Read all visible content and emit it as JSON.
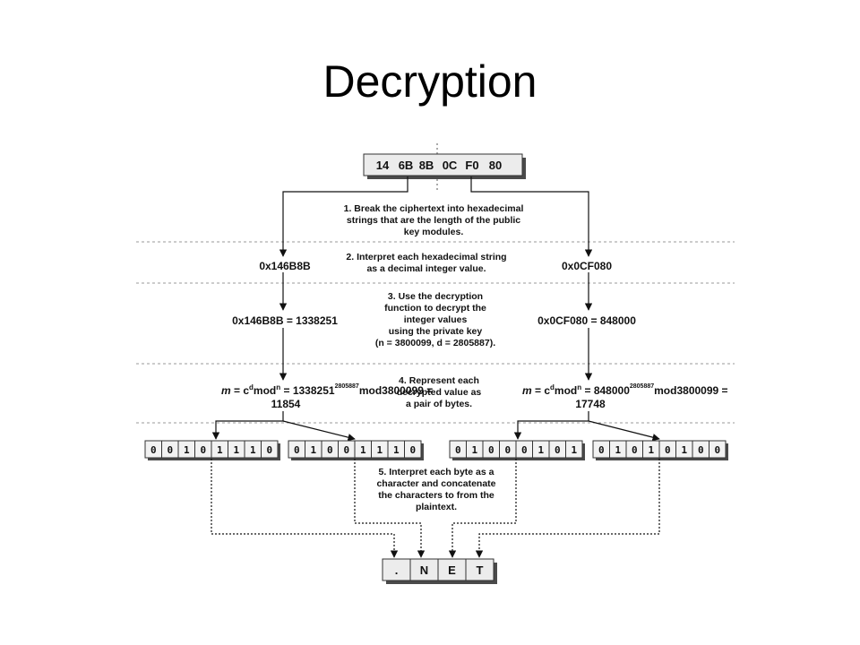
{
  "title": "Decryption",
  "ciphertext": {
    "bytes": [
      "14",
      "6B",
      "8B",
      "0C",
      "F0",
      "80"
    ]
  },
  "steps": [
    {
      "num": "1.",
      "lines": [
        "Break the ciphertext into hexadecimal",
        "strings that are the length of the public",
        "key modules."
      ]
    },
    {
      "num": "2.",
      "lines": [
        "Interpret each hexadecimal string",
        "as a decimal integer value."
      ]
    },
    {
      "num": "3.",
      "lines": [
        "Use the decryption",
        "function to decrypt the",
        "integer values",
        "using the private key",
        "(n = 3800099, d = 2805887)."
      ]
    },
    {
      "num": "4.",
      "lines": [
        "Represent each",
        "decrypted value as",
        "a pair of bytes."
      ]
    },
    {
      "num": "5.",
      "lines": [
        "Interpret each byte as a",
        "character and concatenate",
        "the characters to from the",
        "plaintext."
      ]
    }
  ],
  "left": {
    "hex": "0x146B8B",
    "decimal": "0x146B8B = 1338251",
    "formula": {
      "m": "m",
      "eq_c": " = c",
      "sup_d": "d",
      "mod_n": "mod",
      "sup_n": "n",
      "eq_base": " = 1338251",
      "exponent": "2805887",
      "rest": "mod3800099 ="
    },
    "result": "11854",
    "byte1": [
      "0",
      "0",
      "1",
      "0",
      "1",
      "1",
      "1",
      "0"
    ],
    "byte2": [
      "0",
      "1",
      "0",
      "0",
      "1",
      "1",
      "1",
      "0"
    ]
  },
  "right": {
    "hex": "0x0CF080",
    "decimal": "0x0CF080 = 848000",
    "formula": {
      "m": "m",
      "eq_c": " = c",
      "sup_d": "d",
      "mod_n": "mod",
      "sup_n": "n",
      "eq_base": " = 848000",
      "exponent": "2805887",
      "rest": "mod3800099 ="
    },
    "result": "17748",
    "byte1": [
      "0",
      "1",
      "0",
      "0",
      "0",
      "1",
      "0",
      "1"
    ],
    "byte2": [
      "0",
      "1",
      "0",
      "1",
      "0",
      "1",
      "0",
      "0"
    ]
  },
  "plaintext": [
    ".",
    "N",
    "E",
    "T"
  ]
}
